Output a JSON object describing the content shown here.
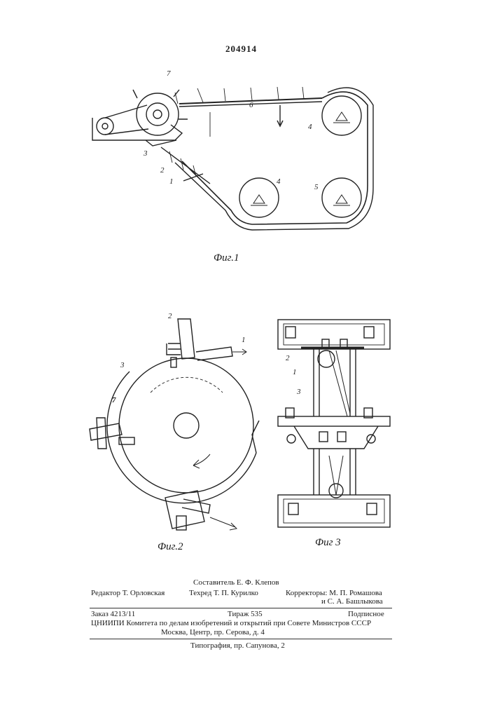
{
  "document": {
    "patent_number": "204914"
  },
  "figures": {
    "fig1": {
      "caption": "Фиг.1",
      "labels": [
        "7",
        "6",
        "4",
        "4",
        "5",
        "2",
        "1",
        "3"
      ]
    },
    "fig2": {
      "caption": "Фиг.2",
      "labels": [
        "2",
        "1",
        "3",
        "7"
      ]
    },
    "fig3": {
      "caption": "Фиг 3",
      "labels": [
        "2",
        "1",
        "3"
      ]
    }
  },
  "credits": {
    "compiler": "Составитель Е. Ф. Клепов",
    "editor": "Редактор Т. Орловская",
    "techred": "Техред Т. П. Курилко",
    "correctors_1": "Корректоры: М. П. Ромашова",
    "correctors_2": "и С. А. Башлыкова",
    "order": "Заказ 4213/11",
    "circulation": "Тираж 535",
    "subscription": "Подписное",
    "org_1": "ЦНИИПИ Комитета по делам изобретений и открытий при Совете Министров СССР",
    "org_2": "Москва, Центр, пр. Серова, д. 4",
    "printer": "Типография, пр. Сапунова, 2"
  }
}
